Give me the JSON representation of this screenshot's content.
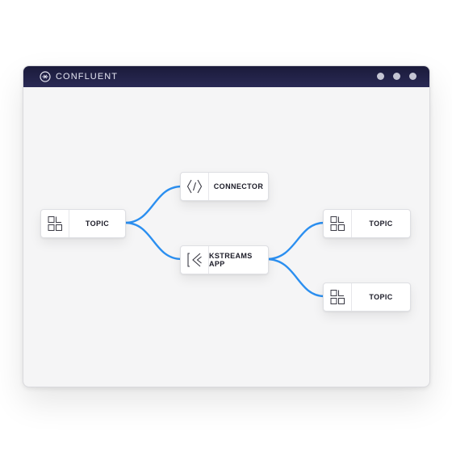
{
  "window": {
    "brand_name": "CONFLUENT",
    "brand_icon": "confluent-logo-icon",
    "dots": [
      "window-dot-1-icon",
      "window-dot-2-icon",
      "window-dot-3-icon"
    ]
  },
  "nodes": {
    "topic_source": {
      "label": "TOPIC",
      "icon": "topic-grid-icon"
    },
    "connector": {
      "label": "CONNECTOR",
      "icon": "connector-icon"
    },
    "kstreams_app": {
      "label": "KSTREAMS APP",
      "icon": "kstreams-icon"
    },
    "topic_output_1": {
      "label": "TOPIC",
      "icon": "topic-grid-icon"
    },
    "topic_output_2": {
      "label": "TOPIC",
      "icon": "topic-grid-icon"
    }
  },
  "colors": {
    "titlebar": "#1a1a3a",
    "connector_line": "#2b8ff0",
    "canvas": "#f5f5f6"
  }
}
